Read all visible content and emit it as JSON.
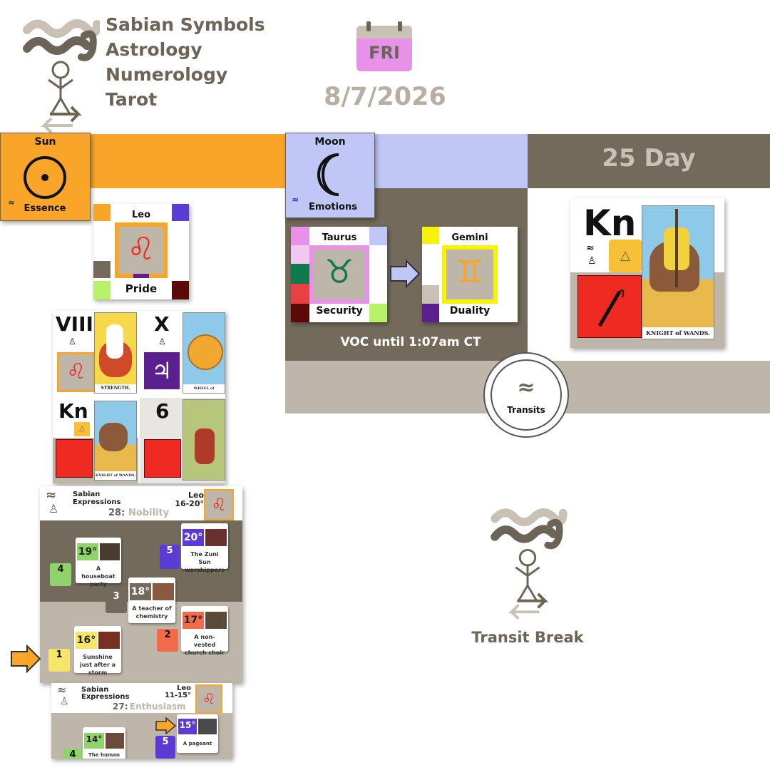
{
  "brand": {
    "lines": [
      "Sabian Symbols",
      "Astrology",
      "Numerology",
      "Tarot"
    ]
  },
  "date": {
    "weekday": "FRI",
    "date": "8/7/2026"
  },
  "sun": {
    "title": "Sun",
    "subtitle": "Essence",
    "sign": {
      "name": "Leo",
      "keyword": "Pride"
    }
  },
  "moon": {
    "title": "Moon",
    "subtitle": "Emotions",
    "from": {
      "name": "Taurus",
      "keyword": "Security"
    },
    "to": {
      "name": "Gemini",
      "keyword": "Duality"
    },
    "voc": "VOC until 1:07am CT"
  },
  "day": {
    "label": "25 Day",
    "card_rank": "Kn",
    "card_caption": "KNIGHT of WANDS."
  },
  "transits_label": "Transits",
  "transit_break": "Transit Break",
  "tarot_grid": [
    {
      "rank": "VIII",
      "caption": "STRENGTH."
    },
    {
      "rank": "X",
      "caption": "WHEEL of FORTUNE."
    },
    {
      "rank": "Kn",
      "caption": "KNIGHT of WANDS."
    },
    {
      "rank": "6",
      "caption": ""
    }
  ],
  "sabian_panel_1": {
    "title_line1": "Sabian",
    "title_line2": "Expressions",
    "sign": "Leo",
    "range": "16-20°",
    "number": "28:",
    "theme": "Nobility",
    "cards": [
      {
        "deg": "19°",
        "text": "A houseboat party",
        "num": "4"
      },
      {
        "deg": "20°",
        "text": "The Zuni Sun worshippers",
        "num": "5"
      },
      {
        "deg": "18°",
        "text": "A teacher of chemistry",
        "num": "3"
      },
      {
        "deg": "17°",
        "text": "A non-vested church choir",
        "num": "2"
      },
      {
        "deg": "16°",
        "text": "Sunshine just after a storm",
        "num": "1"
      }
    ]
  },
  "sabian_panel_2": {
    "title_line1": "Sabian",
    "title_line2": "Expressions",
    "sign": "Leo",
    "range": "11-15°",
    "number": "27:",
    "theme": "Enthusiasm",
    "cards": [
      {
        "deg": "14°",
        "text": "The human soul",
        "num": "4"
      },
      {
        "deg": "15°",
        "text": "A pageant",
        "num": "5"
      }
    ]
  },
  "colors": {
    "orange": "#f8a52a",
    "lavender": "#c0c6f5",
    "brown": "#736a5b",
    "stone": "#beb6a8",
    "leo_red": "#e8302a",
    "wand_red": "#ee2a22"
  }
}
